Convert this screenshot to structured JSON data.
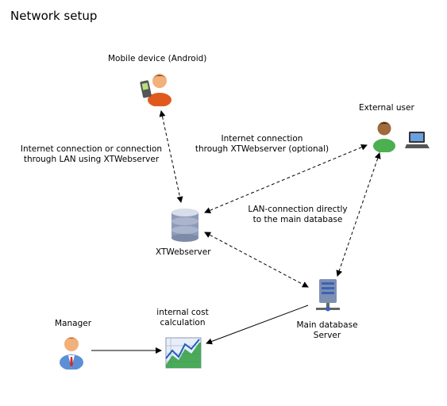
{
  "title": "Network setup",
  "nodes": {
    "mobile": {
      "label": "Mobile device (Android)",
      "icon": "mobile-user-icon"
    },
    "external": {
      "label": "External user",
      "icon": "laptop-user-icon"
    },
    "webserver": {
      "label": "XTWebserver",
      "icon": "database-server-icon"
    },
    "dbserver": {
      "label_line1": "Main database",
      "label_line2": "Server",
      "icon": "database-server-tower-icon"
    },
    "manager": {
      "label": "Manager",
      "icon": "manager-user-icon"
    },
    "cost": {
      "label_line1": "internal cost",
      "label_line2": "calculation",
      "icon": "chart-icon"
    }
  },
  "edge_labels": {
    "mobile_web": {
      "line1": "Internet connection or connection",
      "line2": "through LAN using XTWebserver"
    },
    "ext_web": {
      "line1": "Internet connection",
      "line2": "through XTWebserver (optional)"
    },
    "lan_db": {
      "line1": "LAN-connection directly",
      "line2": "to the main database"
    }
  },
  "colors": {
    "line": "#000000",
    "person_shirt": "#e05a1e",
    "person_green": "#4caf50",
    "manager_blue": "#5b8fd6",
    "db_grey": "#9aa6c0"
  }
}
